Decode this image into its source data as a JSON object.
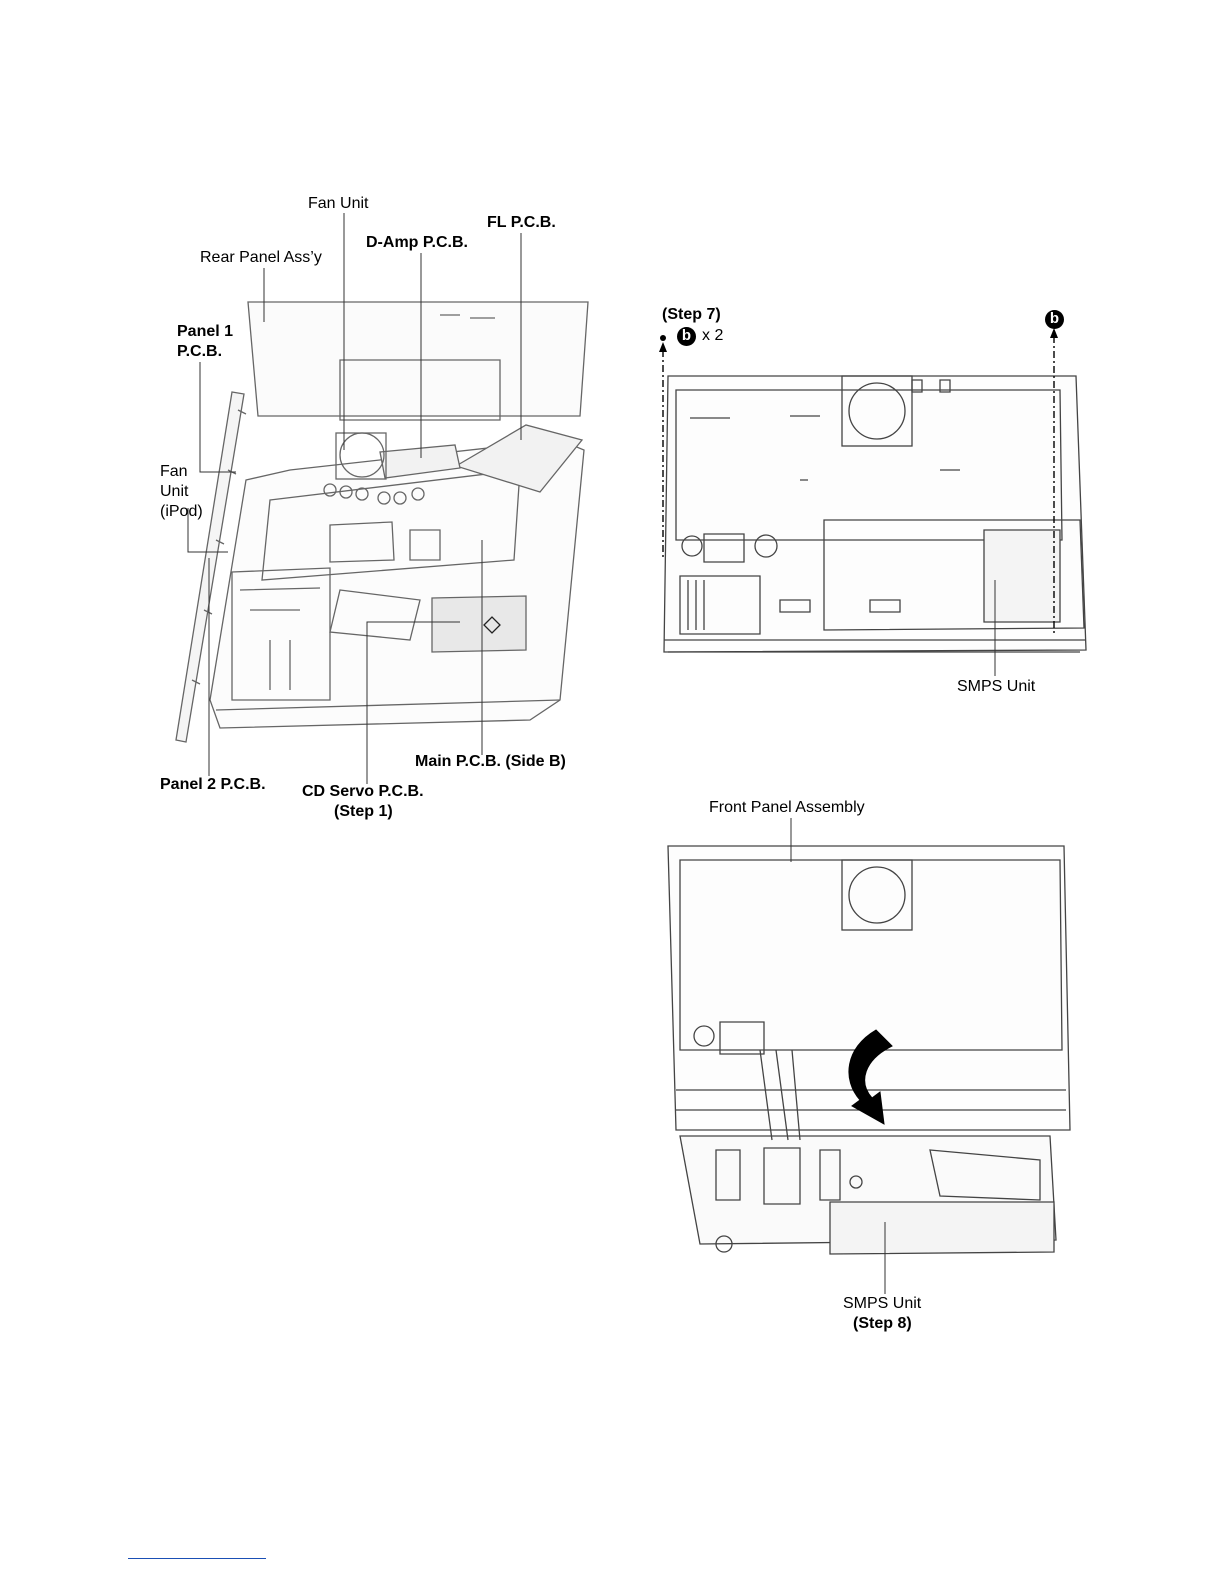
{
  "figure_left": {
    "labels": {
      "fan_unit": "Fan Unit",
      "fl_pcb": "FL P.C.B.",
      "d_amp_pcb": "D-Amp P.C.B.",
      "rear_panel": "Rear Panel Ass’y",
      "panel1_a": "Panel 1",
      "panel1_b": "P.C.B.",
      "fan_ipod_a": "Fan",
      "fan_ipod_b": "Unit",
      "fan_ipod_c": "(iPod)",
      "main_pcb": "Main P.C.B. (Side B)",
      "panel2_pcb": "Panel 2 P.C.B.",
      "cd_servo": "CD Servo P.C.B.",
      "cd_servo_step": "(Step 1)"
    }
  },
  "figure_right_top": {
    "step": "(Step 7)",
    "screw_badge": "b",
    "screw_count": "x 2",
    "smps_unit": "SMPS Unit"
  },
  "figure_right_bottom": {
    "front_panel": "Front Panel Assembly",
    "smps_unit": "SMPS Unit",
    "step": "(Step 8)"
  }
}
